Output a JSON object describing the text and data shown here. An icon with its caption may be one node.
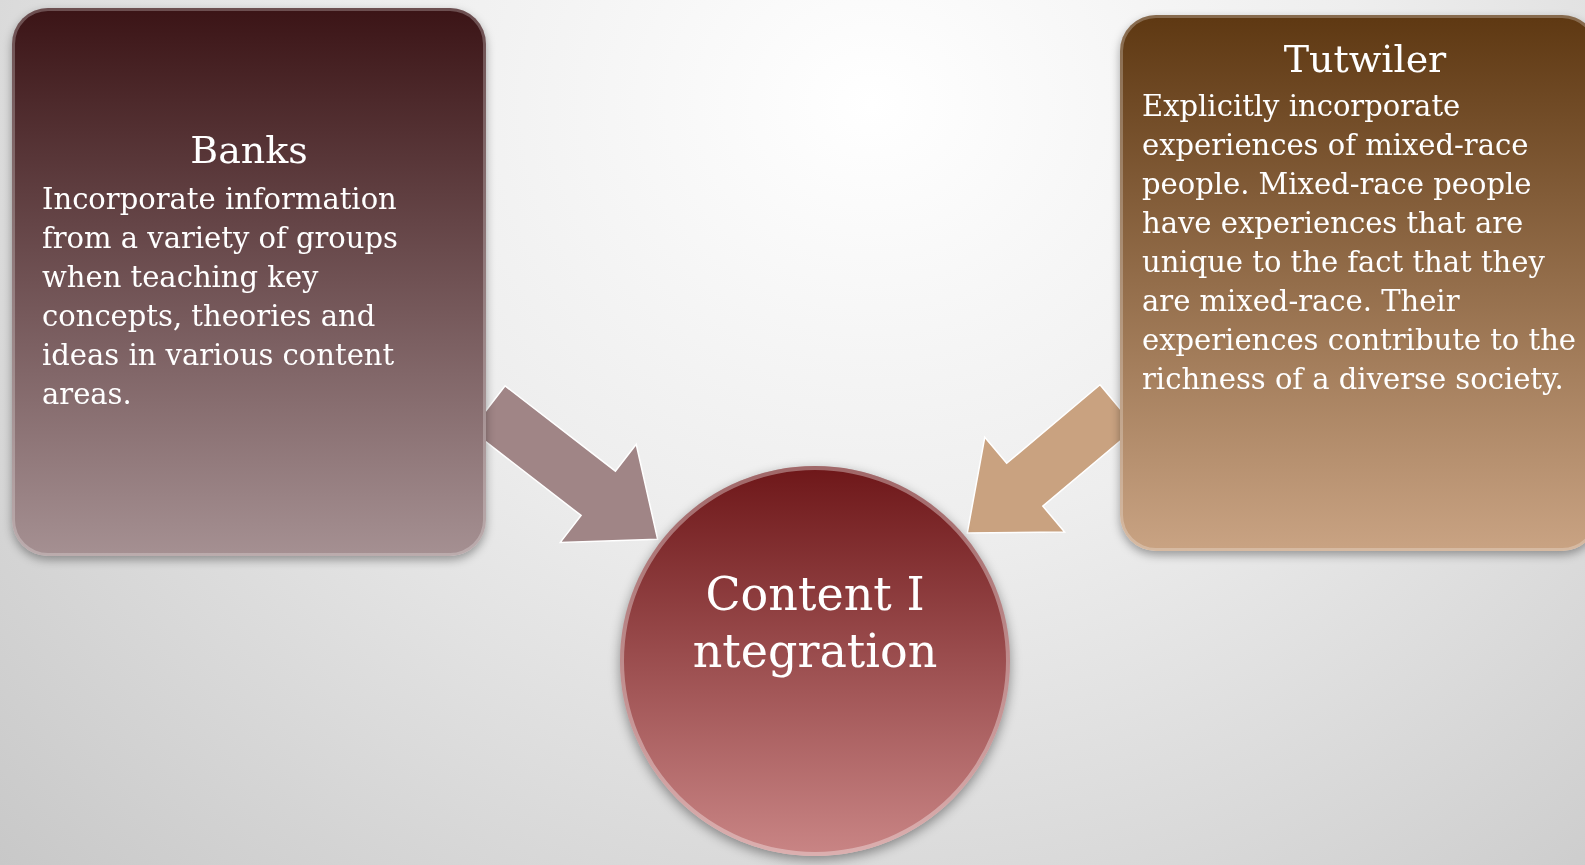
{
  "diagram": {
    "nodes": [
      {
        "text": [
          "Banks",
          "Incorporate information from a variety of groups when teaching key concepts, theories and ideas in various content areas."
        ]
      },
      {
        "text": [
          "Tutwiler",
          "Explicitly incorporate experiences of mixed-race people. Mixed-race people have experiences that are unique to the fact that they are mixed-race. Their experiences contribute to the richness of a diverse society."
        ]
      },
      {
        "text": [
          "Content Integration"
        ]
      }
    ],
    "edges": [
      {
        "from": 0,
        "to": 2,
        "arrow": "to",
        "color": "#a08586"
      },
      {
        "from": 1,
        "to": 2,
        "arrow": "to",
        "color": "#c9a280"
      }
    ]
  }
}
